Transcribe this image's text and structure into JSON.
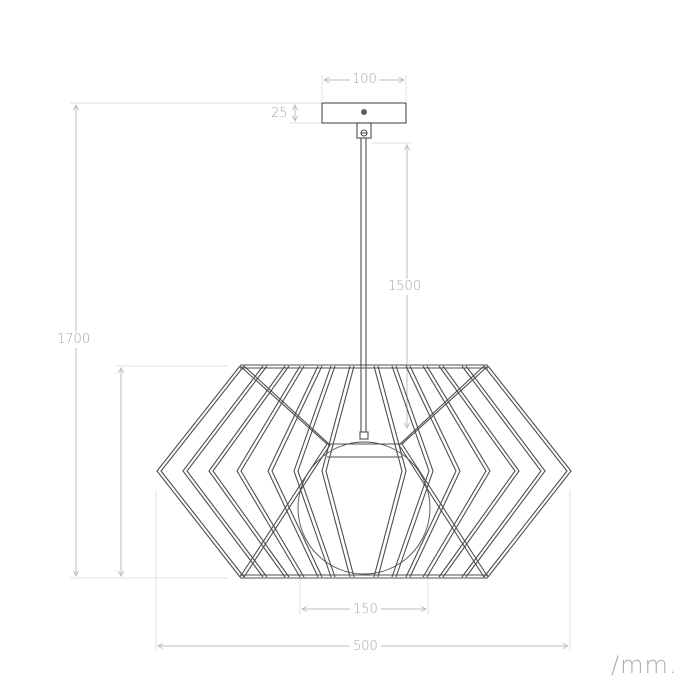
{
  "diagram": {
    "type": "technical-dimension-drawing",
    "subject": "wire cage pendant lamp with globe",
    "colors": {
      "line": "#4a5050",
      "dimension": "#b4bfbf",
      "label": "#9aa8a8",
      "background": "#ffffff"
    }
  },
  "dimensions": {
    "canopy_width": "100",
    "canopy_height": "25",
    "rod_length": "1500",
    "total_height": "1700",
    "globe_diameter": "150",
    "cage_width": "500"
  },
  "unit": "/mm."
}
